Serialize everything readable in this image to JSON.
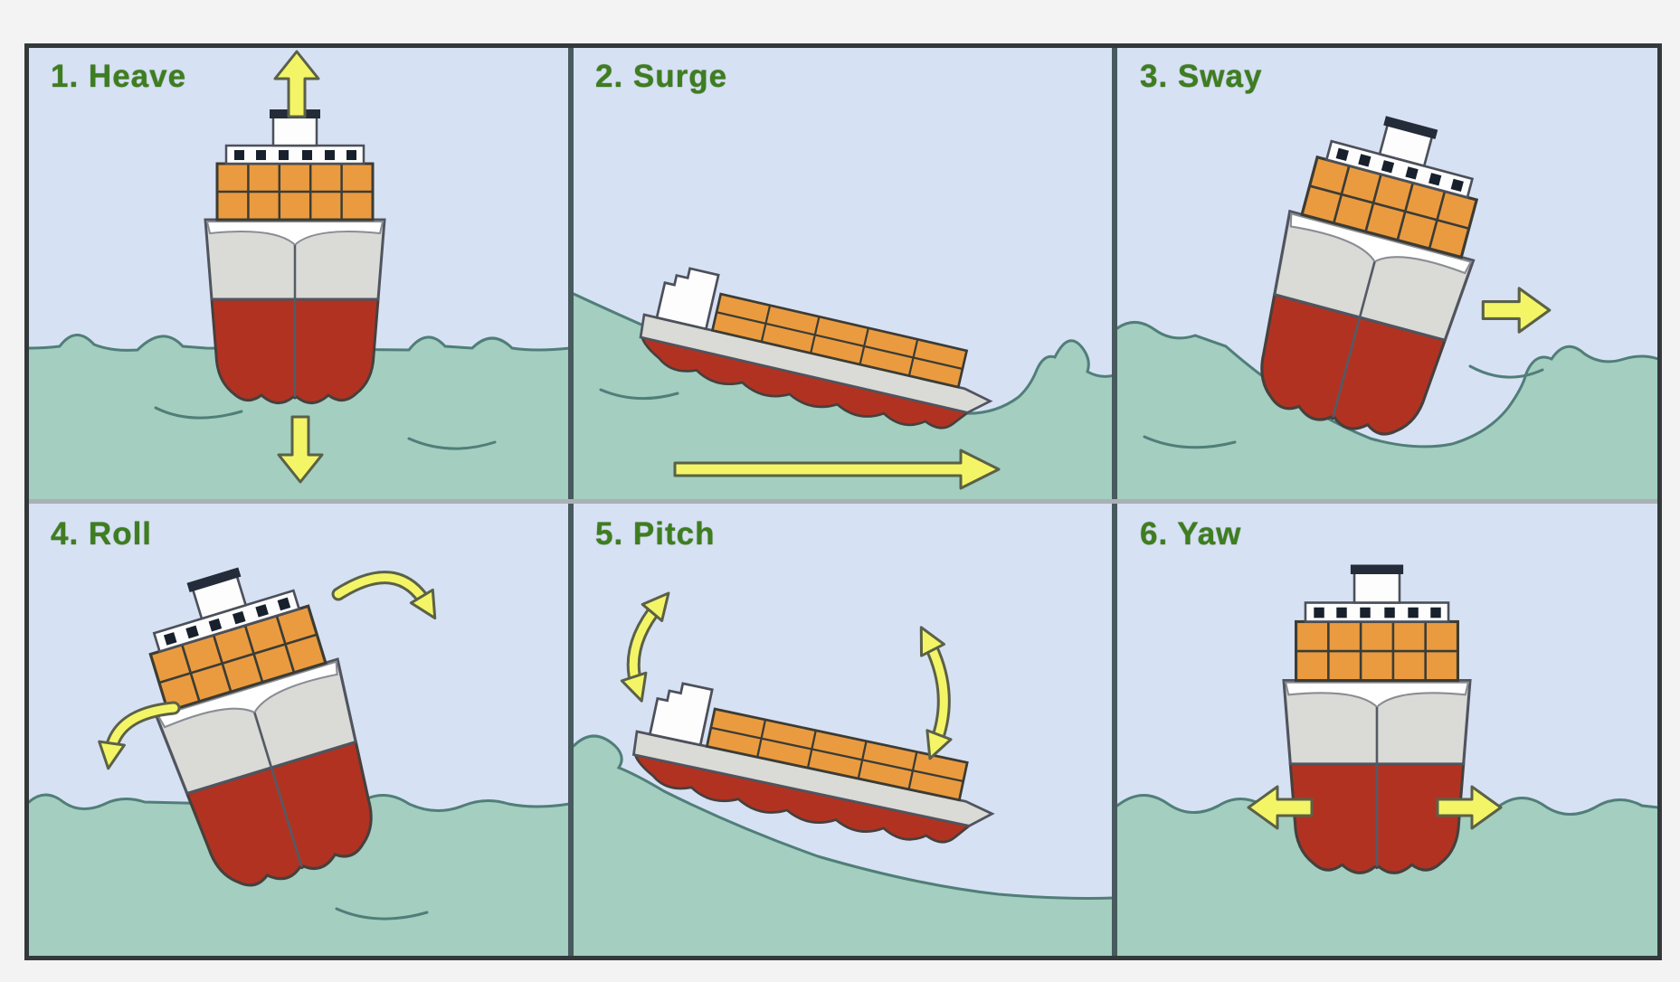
{
  "page": {
    "background": "#f3f3f3"
  },
  "diagram": {
    "kind": "ship-motions-grid",
    "grid": {
      "rows": 2,
      "cols": 3
    },
    "panels": [
      {
        "label": "1. Heave",
        "ship_view": "bow-front",
        "arrow_icons": [
          "up-arrow",
          "down-arrow"
        ]
      },
      {
        "label": "2. Surge",
        "ship_view": "side",
        "arrow_icons": [
          "long-right-arrow"
        ]
      },
      {
        "label": "3. Sway",
        "ship_view": "bow-front-tilted-right",
        "arrow_icons": [
          "right-arrow"
        ]
      },
      {
        "label": "4. Roll",
        "ship_view": "bow-front-tilted-left",
        "arrow_icons": [
          "curved-arrow-down-left",
          "curved-arrow-down-right"
        ]
      },
      {
        "label": "5. Pitch",
        "ship_view": "side-tilted",
        "arrow_icons": [
          "curved-double-arrow-left",
          "curved-double-arrow-right"
        ]
      },
      {
        "label": "6. Yaw",
        "ship_view": "bow-front",
        "arrow_icons": [
          "left-arrow",
          "right-arrow"
        ]
      }
    ],
    "colors": {
      "sky": "#d7e1f4",
      "water": "#a3cec0",
      "wave_line": "#507e78",
      "hull_red": "#b23222",
      "hull_gray": "#dadad6",
      "superstructure_white": "#fdfdfd",
      "container_orange": "#ea9b40",
      "arrow_yellow": "#f4f566",
      "arrow_outline": "#5a6148",
      "label_green": "#3e7d20",
      "frame_border": "#33393b",
      "divider_vertical": "#485a5e",
      "divider_horizontal": "#a9b1b4"
    }
  }
}
